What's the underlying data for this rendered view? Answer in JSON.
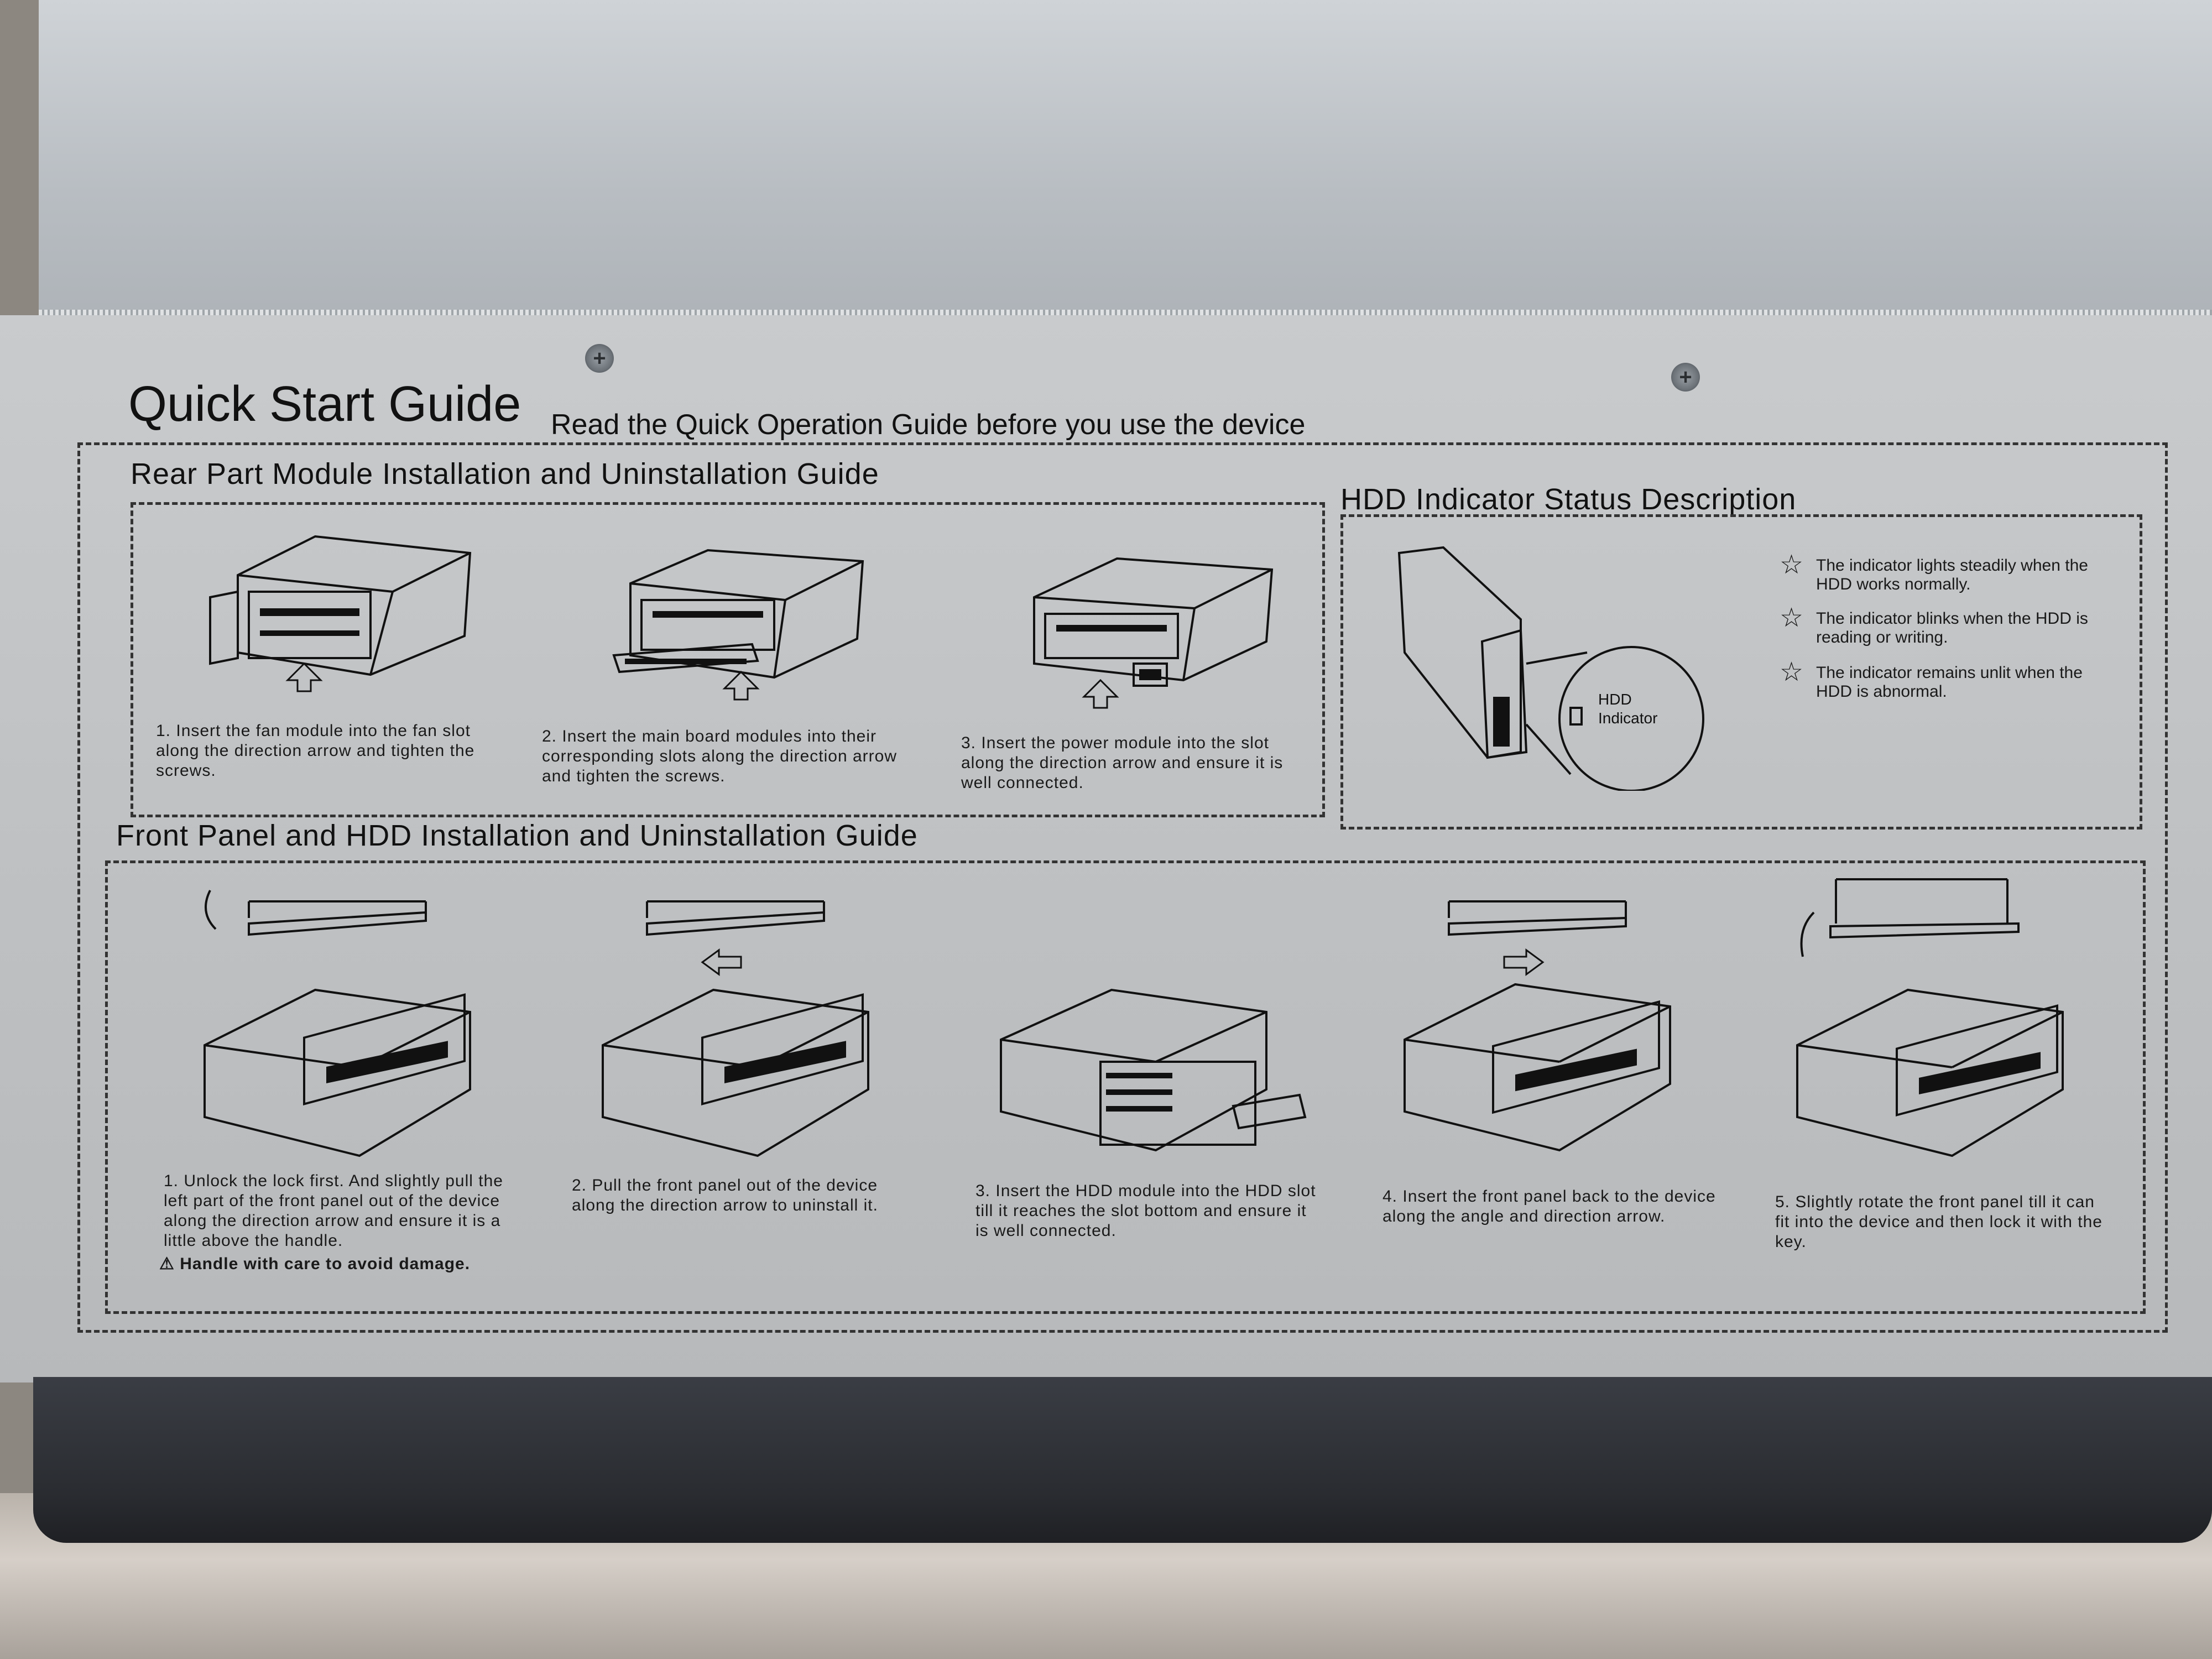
{
  "guide": {
    "title": "Quick Start Guide",
    "subtitle": "Read the Quick Operation Guide before you use the device"
  },
  "rear_section": {
    "title": "Rear Part Module Installation and Uninstallation Guide",
    "steps": [
      "1. Insert the fan module into the fan slot along the direction arrow and tighten the screws.",
      "2. Insert the main board modules into their corresponding slots along the direction arrow and tighten the screws.",
      "3. Insert the power module into the slot along the direction arrow and ensure it is well connected."
    ]
  },
  "hdd_section": {
    "title": "HDD Indicator Status Description",
    "callout": "HDD Indicator",
    "statuses": [
      "The indicator lights steadily when the HDD works normally.",
      "The indicator blinks when the HDD is reading or writing.",
      "The indicator remains unlit when the HDD is abnormal."
    ],
    "bullet_icon": "star-icon"
  },
  "front_section": {
    "title": "Front Panel and HDD Installation and Uninstallation Guide",
    "steps": [
      "1. Unlock the lock first. And slightly pull the left part of the front panel out of the device along the direction arrow and ensure it is a little above the handle.",
      "2. Pull the front panel out of the device along the direction arrow to uninstall it.",
      "3. Insert the HDD module into the HDD slot till it reaches the slot bottom and ensure it is well connected.",
      "4. Insert the front panel back to the device along the angle and direction arrow.",
      "5. Slightly rotate the front panel till it can fit into the device and then lock it with the key."
    ],
    "warning": "Handle with care to avoid damage."
  },
  "colors": {
    "panel": "#c4c6c8",
    "ink": "#111111",
    "bezel": "#2a2c31"
  }
}
